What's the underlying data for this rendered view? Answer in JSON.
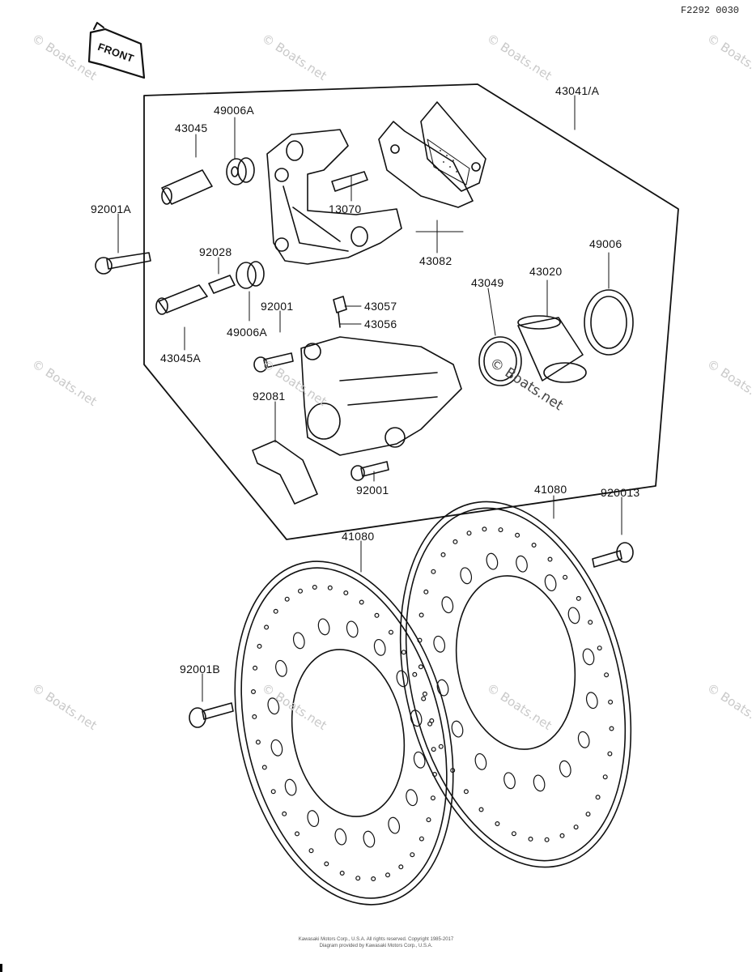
{
  "figure_id": "F2292 0030",
  "front_label": "FRONT",
  "watermark": "© Boats.net",
  "part_codes": {
    "p43041a": "43041/A",
    "p49006a_top": "49006A",
    "p43045": "43045",
    "p13070": "13070",
    "p92001a": "92001A",
    "p92028": "92028",
    "p43082": "43082",
    "p49006": "49006",
    "p43049": "43049",
    "p43020": "43020",
    "p43057": "43057",
    "p43056": "43056",
    "p92001_mid": "92001",
    "p49006a_mid": "49006A",
    "p43045a": "43045A",
    "p92081": "92081",
    "p92001_low": "92001",
    "p41080_right": "41080",
    "p920013": "920013",
    "p41080_left": "41080",
    "p92001b": "92001B"
  },
  "footer": {
    "line1": "Kawasaki Motors Corp., U.S.A.  All rights reserved.  Copyright 1985-2017",
    "line2": "Diagram provided by Kawasaki Motors Corp., U.S.A."
  }
}
